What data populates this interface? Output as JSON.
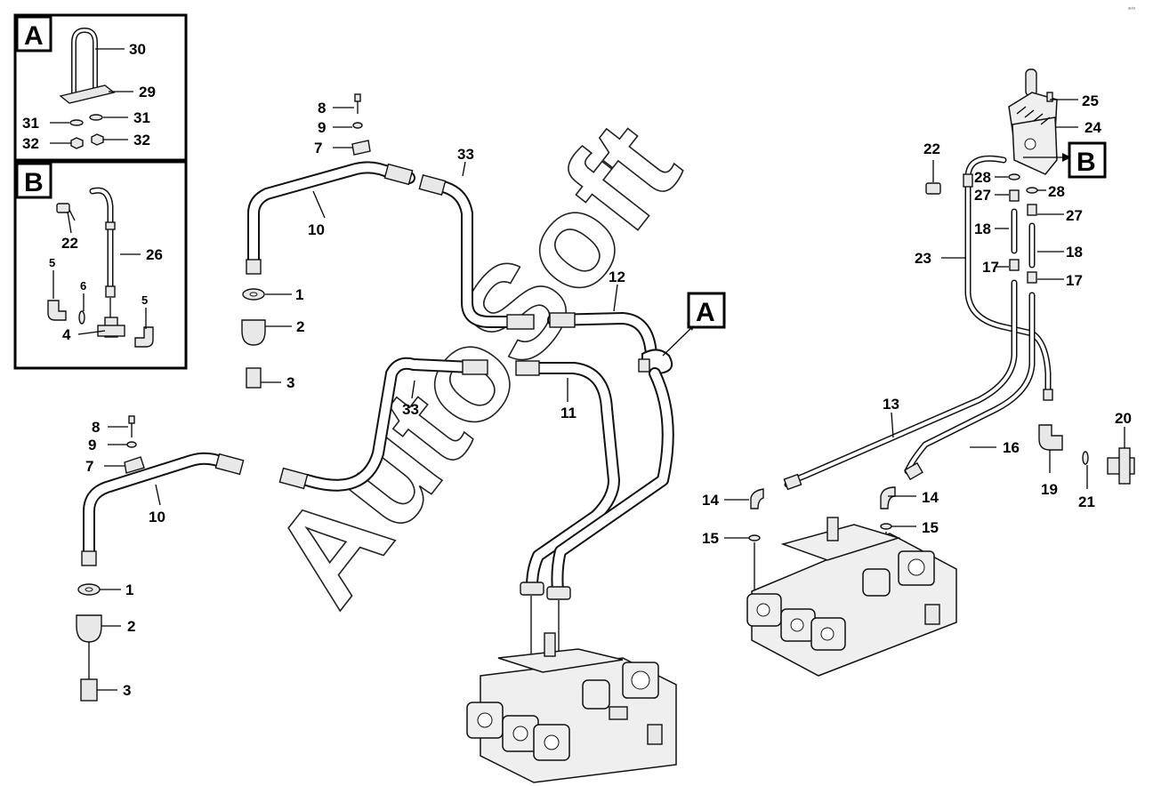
{
  "title": "",
  "inset_labels": {
    "a": "A",
    "b": "B"
  },
  "callouts": {
    "a": "A",
    "b": "B"
  },
  "watermark": "AutoSoft",
  "corner_mark": "ᵃᵘᵗᵒ",
  "labels": {
    "l1a": "1",
    "l1b": "1",
    "l2a": "2",
    "l2b": "2",
    "l3a": "3",
    "l3b": "3",
    "l4": "4",
    "l5a": "5",
    "l5b": "5",
    "l6": "6",
    "l7a": "7",
    "l7b": "7",
    "l8a": "8",
    "l8b": "8",
    "l9a": "9",
    "l9b": "9",
    "l10a": "10",
    "l10b": "10",
    "l11": "11",
    "l12": "12",
    "l13": "13",
    "l14a": "14",
    "l14b": "14",
    "l15a": "15",
    "l15b": "15",
    "l16": "16",
    "l17a": "17",
    "l17b": "17",
    "l18a": "18",
    "l18b": "18",
    "l19": "19",
    "l20": "20",
    "l21": "21",
    "l22a": "22",
    "l22b": "22",
    "l23": "23",
    "l24": "24",
    "l25": "25",
    "l26": "26",
    "l27a": "27",
    "l27b": "27",
    "l28a": "28",
    "l28b": "28",
    "l29": "29",
    "l30": "30",
    "l31a": "31",
    "l31b": "31",
    "l32a": "32",
    "l32b": "32",
    "l33a": "33",
    "l33b": "33"
  }
}
